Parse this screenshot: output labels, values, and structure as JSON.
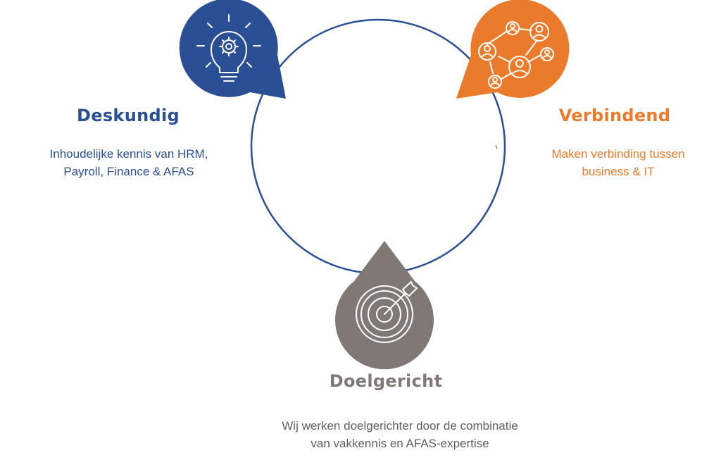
{
  "colors": {
    "blue": "#2b4f94",
    "orange": "#ea7b2c",
    "gray": "#7f7874",
    "circle": "#2b4f94"
  },
  "nodes": {
    "deskundig": {
      "title": "Deskundig",
      "desc_line1": "Inhoudelijke kennis van HRM,",
      "desc_line2": "Payroll, Finance & AFAS",
      "icon": "lightbulb-gear-icon"
    },
    "verbindend": {
      "title": "Verbindend",
      "desc_line1": "Maken verbinding tussen",
      "desc_line2": "business & IT",
      "icon": "people-network-icon"
    },
    "doelgericht": {
      "title": "Doelgericht",
      "desc_line1": "Wij werken doelgerichter door de combinatie",
      "desc_line2": "van vakkennis en AFAS-expertise",
      "icon": "target-arrow-icon"
    }
  }
}
